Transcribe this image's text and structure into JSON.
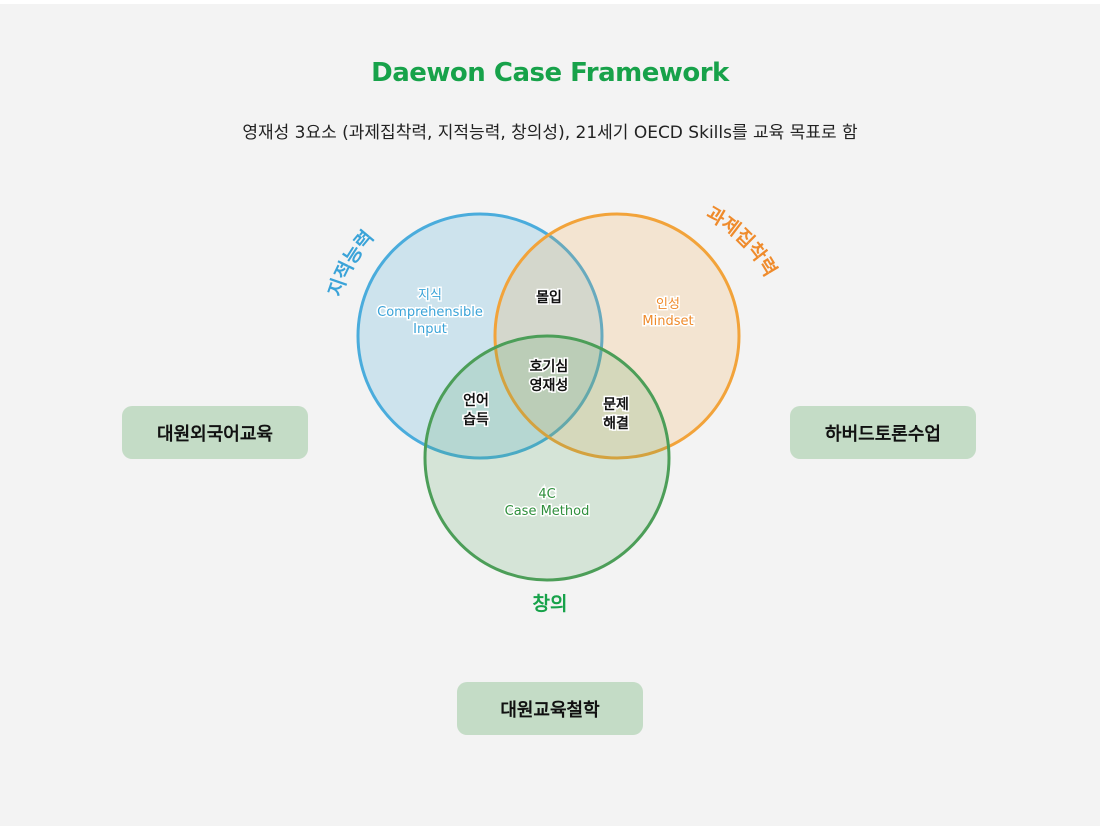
{
  "header": {
    "title": "Daewon Case Framework",
    "subtitle": "영재성 3요소 (과제집착력, 지적능력, 창의성), 21세기 OECD Skills를 교육 목표로 함"
  },
  "colors": {
    "title": "#17a24a",
    "circle_blue": "#4aacdc",
    "circle_orange": "#f2a33a",
    "circle_green": "#4c9e58",
    "box_fill": "#c4dcc6",
    "background": "#f3f3f3"
  },
  "venn": {
    "circles": [
      {
        "id": "intellect",
        "label": "지적능력",
        "inner_line1": "지식",
        "inner_line2": "Comprehensible",
        "inner_line3": "Input"
      },
      {
        "id": "task",
        "label": "과제집착력",
        "inner_line1": "인성",
        "inner_line2": "Mindset"
      },
      {
        "id": "creativity",
        "label": "창의",
        "inner_line1": "4C",
        "inner_line2": "Case Method"
      }
    ],
    "overlaps": {
      "intellect_task": "몰입",
      "intellect_creativity": {
        "line1": "언어",
        "line2": "습득"
      },
      "task_creativity": {
        "line1": "문제",
        "line2": "해결"
      },
      "center": {
        "line1": "호기심",
        "line2": "영재성"
      }
    }
  },
  "boxes": {
    "left": "대원외국어교육",
    "right": "하버드토론수업",
    "bottom": "대원교육철학"
  }
}
